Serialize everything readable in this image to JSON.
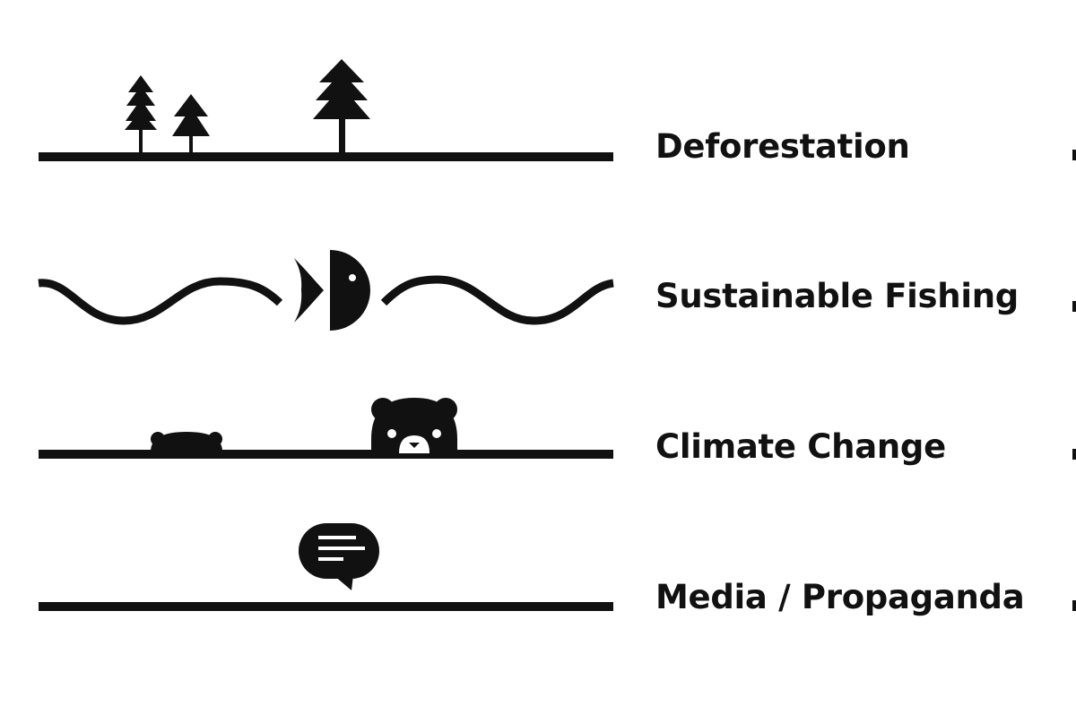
{
  "colors": {
    "ink": "#111111",
    "background": "#ffffff"
  },
  "rows": [
    {
      "label": "Deforestation",
      "icon": "tree-icon"
    },
    {
      "label": "Sustainable Fishing",
      "icon": "fish-icon"
    },
    {
      "label": "Climate Change",
      "icon": "bear-icon"
    },
    {
      "label": "Media / Propaganda",
      "icon": "speech-bubble-icon"
    }
  ]
}
